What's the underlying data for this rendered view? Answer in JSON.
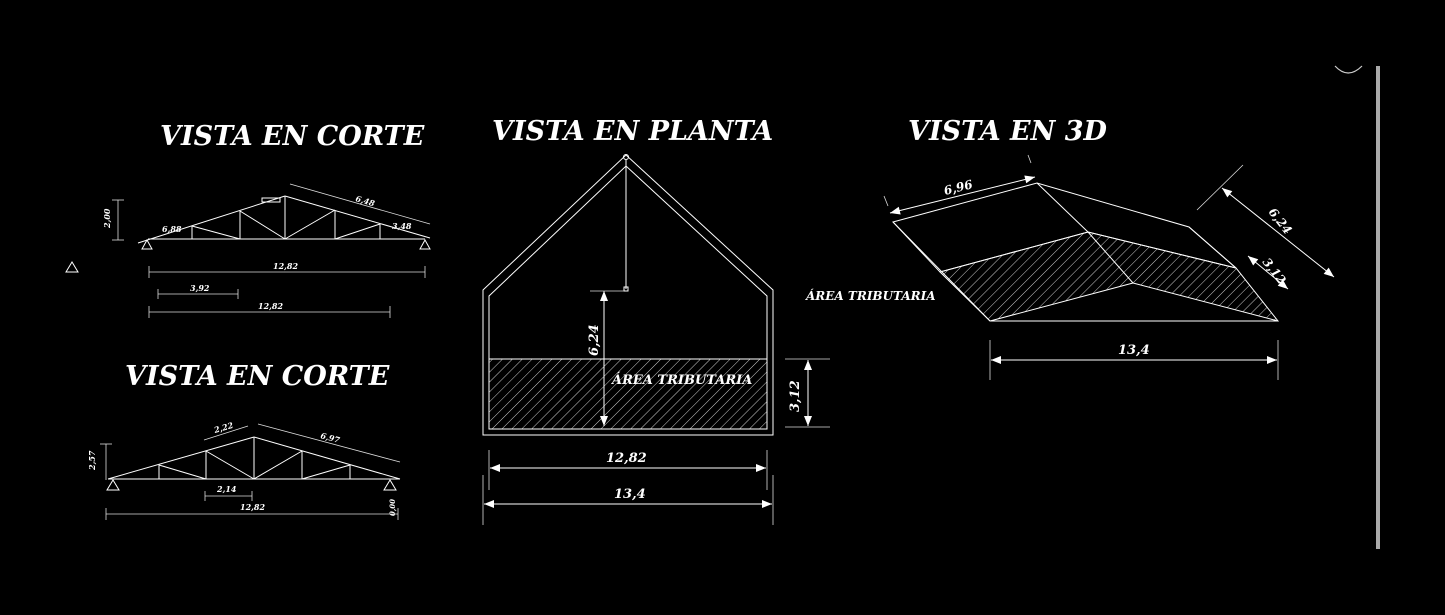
{
  "titles": {
    "corte1": "VISTA EN CORTE",
    "corte2": "VISTA EN CORTE",
    "planta": "VISTA EN PLANTA",
    "vista3d": "VISTA EN 3D"
  },
  "corte1": {
    "height": "2,00",
    "left_slope": "6,88",
    "right_top": "6,48",
    "right_small": "3,48",
    "span": "12,82",
    "sub_span": "3,92",
    "total": "12,82"
  },
  "corte2": {
    "height": "2,57",
    "top_left": "2,22",
    "top_right": "6,97",
    "mid": "2,14",
    "span": "12,82",
    "right_small": "0,00"
  },
  "planta": {
    "depth": "6,24",
    "tributary_label": "ÁREA TRIBUTARIA",
    "side": "3,12",
    "inner_width": "12,82",
    "outer_width": "13,4"
  },
  "vista3d": {
    "top_edge": "6,96",
    "right_long": "6,24",
    "right_short": "3,12",
    "bottom": "13,4",
    "tributary_label": "ÁREA TRIBUTARIA"
  },
  "colors": {
    "background": "#000000",
    "lines": "#ffffff"
  }
}
